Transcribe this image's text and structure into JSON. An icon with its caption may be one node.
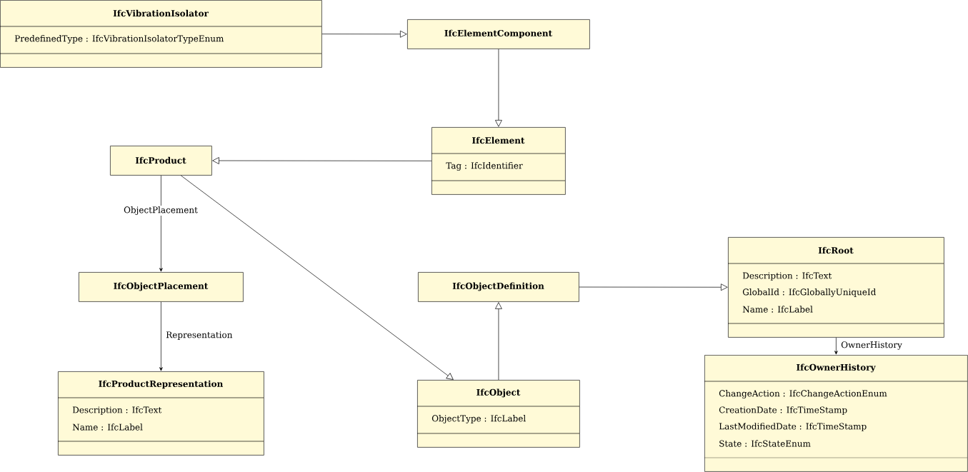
{
  "diagram": {
    "nodes": [
      {
        "text": [
          "IfcVibrationIsolator",
          "PredefinedType : IfcVibrationIsolatorTypeEnum"
        ]
      },
      {
        "text": [
          "IfcElementComponent"
        ]
      },
      {
        "text": [
          "IfcElement",
          "Tag : IfcIdentifier"
        ]
      },
      {
        "text": [
          "IfcProduct"
        ]
      },
      {
        "text": [
          "IfcObjectPlacement"
        ]
      },
      {
        "text": [
          "IfcObjectDefinition"
        ]
      },
      {
        "text": [
          "IfcRoot",
          "Description : IfcText",
          "GlobalId : IfcGloballyUniqueId",
          "Name : IfcLabel"
        ]
      },
      {
        "text": [
          "IfcProductRepresentation",
          "Description : IfcText",
          "Name : IfcLabel"
        ]
      },
      {
        "text": [
          "IfcObject",
          "ObjectType : IfcLabel"
        ]
      },
      {
        "text": [
          "IfcOwnerHistory",
          "ChangeAction : IfcChangeActionEnum",
          "CreationDate : IfcTimeStamp",
          "LastModifiedDate : IfcTimeStamp",
          "State : IfcStateEnum"
        ]
      }
    ],
    "edges": [
      {
        "from": 0,
        "to": 1,
        "arrow": "to"
      },
      {
        "from": 1,
        "to": 2,
        "arrow": "to"
      },
      {
        "from": 2,
        "to": 3,
        "arrow": "to"
      },
      {
        "from": 3,
        "to": 4,
        "arrow": "to",
        "label": "ObjectPlacement"
      },
      {
        "from": 4,
        "to": 7,
        "arrow": "to",
        "label": "Representation"
      },
      {
        "from": 3,
        "to": 8,
        "arrow": "to"
      },
      {
        "from": 8,
        "to": 5,
        "arrow": "to"
      },
      {
        "from": 5,
        "to": 6,
        "arrow": "to"
      },
      {
        "from": 6,
        "to": 9,
        "arrow": "to",
        "label": "OwnerHistory"
      }
    ]
  }
}
